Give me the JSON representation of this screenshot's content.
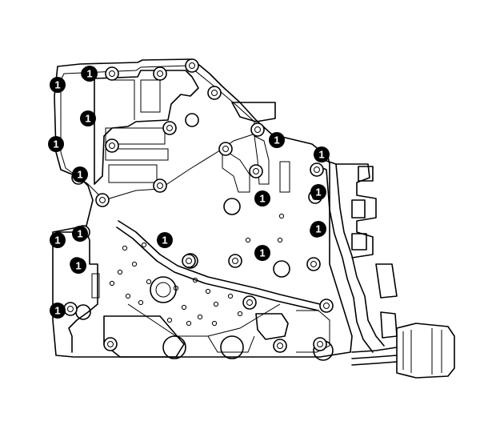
{
  "diagram": {
    "callout_label": "1",
    "callouts": [
      {
        "id": "c01",
        "label": "1"
      },
      {
        "id": "c02",
        "label": "1"
      },
      {
        "id": "c03",
        "label": "1"
      },
      {
        "id": "c04",
        "label": "1"
      },
      {
        "id": "c05",
        "label": "1"
      },
      {
        "id": "c06",
        "label": "1"
      },
      {
        "id": "c07",
        "label": "1"
      },
      {
        "id": "c08",
        "label": "1"
      },
      {
        "id": "c09",
        "label": "1"
      },
      {
        "id": "c10",
        "label": "1"
      },
      {
        "id": "c11",
        "label": "1"
      },
      {
        "id": "c12",
        "label": "1"
      },
      {
        "id": "c13",
        "label": "1"
      },
      {
        "id": "c14",
        "label": "1"
      },
      {
        "id": "c15",
        "label": "1"
      },
      {
        "id": "c16",
        "label": "1"
      }
    ],
    "colors": {
      "line": "#000000",
      "background": "#ffffff",
      "callout_fill": "#000000",
      "callout_text": "#ffffff"
    }
  }
}
